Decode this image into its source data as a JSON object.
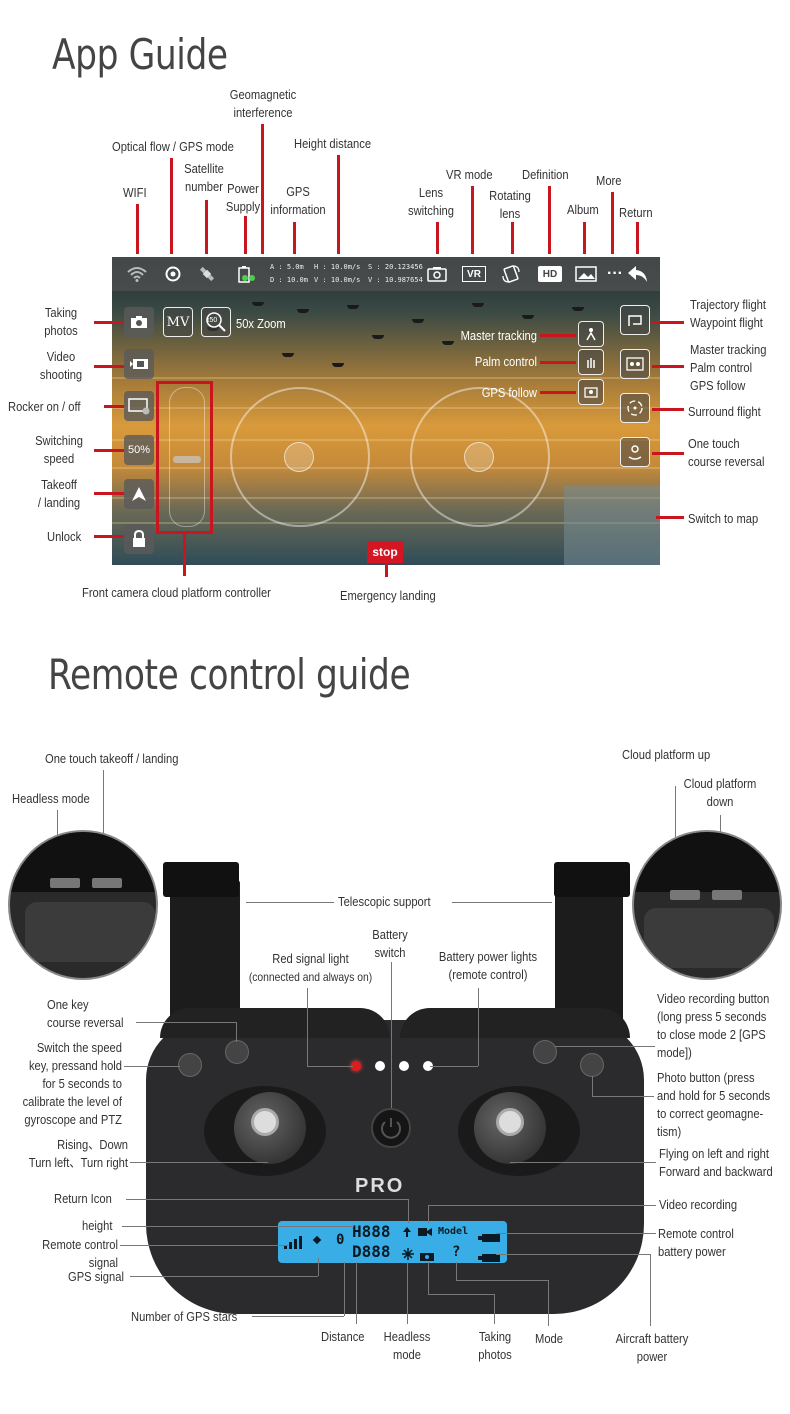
{
  "titles": {
    "app_guide": "App Guide",
    "remote_guide": "Remote control guide"
  },
  "app_labels": {
    "geomagnetic": "Geomagnetic\ninterference",
    "optical_flow": "Optical flow / GPS mode",
    "height_distance": "Height distance",
    "satellite": "Satellite\nnumber",
    "wifi": "WIFI",
    "power_supply": "Power\nSupply",
    "gps_info": "GPS\ninformation",
    "lens_switching": "Lens\nswitching",
    "vr_mode": "VR mode",
    "rotating_lens": "Rotating\nlens",
    "definition": "Definition",
    "more": "More",
    "album": "Album",
    "return": "Return",
    "taking_photos": "Taking\nphotos",
    "video_shooting": "Video\nshooting",
    "rocker": "Rocker on / off",
    "switching_speed": "Switching\nspeed",
    "takeoff_landing": "Takeoff\n/ landing",
    "unlock": "Unlock",
    "trajectory": "Trajectory flight\nWaypoint flight",
    "master_group": "Master tracking\nPalm control\nGPS follow",
    "surround": "Surround flight",
    "course_reversal": "One touch\ncourse reversal",
    "switch_map": "Switch to map",
    "front_camera": "Front camera cloud platform controller",
    "emergency": "Emergency landing"
  },
  "app_screen": {
    "mv": "MV",
    "zoom_badge": "x50",
    "zoom_text": "50x Zoom",
    "speed": "50%",
    "master_tracking": "Master tracking",
    "palm_control": "Palm control",
    "gps_follow": "GPS follow",
    "stop": "stop",
    "hd": "HD",
    "vr": "VR",
    "telemetry": {
      "a": "A : 5.0m",
      "d": "D : 10.0m",
      "h": "H : 10.0m/s",
      "v": "V : 10.0m/s",
      "s": "S : 20.123456",
      "v2": "V : 10.987654"
    }
  },
  "remote_labels": {
    "one_touch_takeoff": "One touch takeoff / landing",
    "headless_mode_top": "Headless mode",
    "cloud_up": "Cloud platform up",
    "cloud_down": "Cloud platform\ndown",
    "telescopic": "Telescopic support",
    "battery_switch": "Battery\nswitch",
    "red_signal": "Red signal light",
    "red_signal_sub": "(connected and always on)",
    "battery_lights": "Battery power lights\n(remote control)",
    "one_key_reversal": "One key\ncourse reversal",
    "switch_speed": "Switch the speed\nkey, pressand hold\nfor 5 seconds to\ncalibrate the level of\ngyroscope and PTZ",
    "rising_down": "Rising、Down\nTurn left、Turn right",
    "video_button": "Video recording button\n(long press 5 seconds\nto close mode 2 [GPS\nmode])",
    "photo_button": "Photo button (press\nand hold for 5 seconds\nto correct geomagne-\ntism)",
    "flying": "Flying on left and right\nForward and backward",
    "return_icon": "Return Icon",
    "video_recording": "Video recording",
    "height": "height",
    "rc_signal": "Remote control\nsignal",
    "rc_battery": "Remote control\nbattery power",
    "gps_signal": "GPS signal",
    "gps_stars": "Number of GPS stars",
    "distance": "Distance",
    "headless_mode": "Headless\nmode",
    "taking_photos": "Taking\nphotos",
    "mode": "Mode",
    "aircraft_battery": "Aircraft battery\npower"
  },
  "controller": {
    "brand": "PRO",
    "lcd_h": "H888",
    "lcd_d": "D888",
    "lcd_model": "Model",
    "lcd_zero": "0",
    "lcd_mode": "?"
  },
  "colors": {
    "accent": "#c9151e",
    "lcd": "#39aee6",
    "controller_body": "#2b2b2d"
  }
}
